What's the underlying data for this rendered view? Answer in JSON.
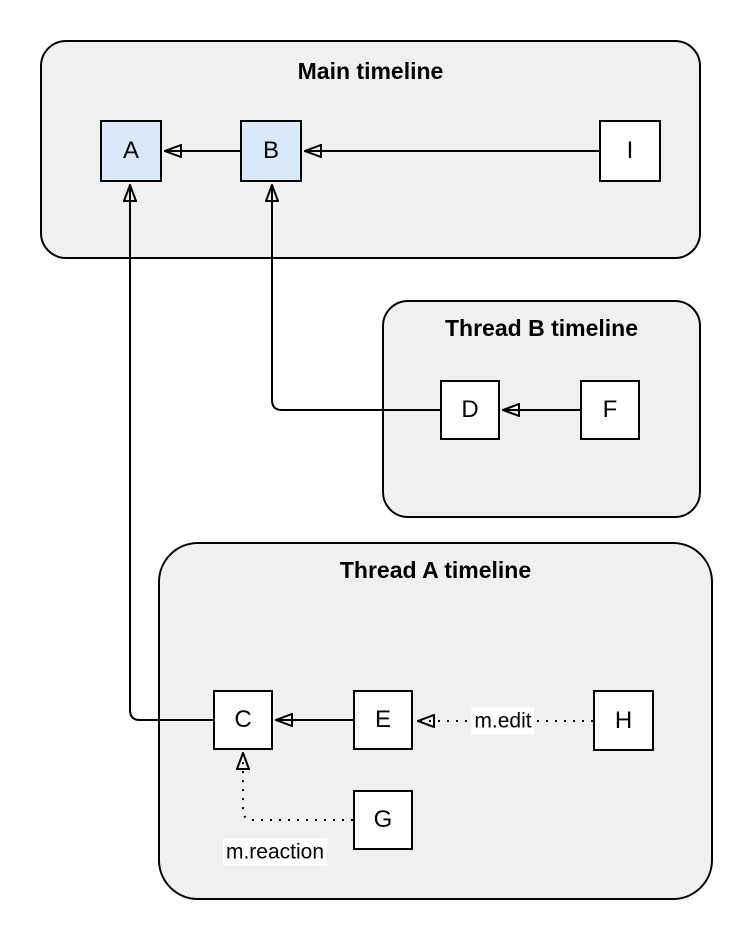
{
  "diagram": {
    "containers": [
      {
        "id": "main",
        "title": "Main timeline"
      },
      {
        "id": "threadB",
        "title": "Thread B timeline"
      },
      {
        "id": "threadA",
        "title": "Thread A timeline"
      }
    ],
    "nodes": [
      {
        "id": "A",
        "label": "A",
        "container": "main",
        "highlighted": true
      },
      {
        "id": "B",
        "label": "B",
        "container": "main",
        "highlighted": true
      },
      {
        "id": "I",
        "label": "I",
        "container": "main",
        "highlighted": false
      },
      {
        "id": "D",
        "label": "D",
        "container": "threadB",
        "highlighted": false
      },
      {
        "id": "F",
        "label": "F",
        "container": "threadB",
        "highlighted": false
      },
      {
        "id": "C",
        "label": "C",
        "container": "threadA",
        "highlighted": false
      },
      {
        "id": "E",
        "label": "E",
        "container": "threadA",
        "highlighted": false
      },
      {
        "id": "H",
        "label": "H",
        "container": "threadA",
        "highlighted": false
      },
      {
        "id": "G",
        "label": "G",
        "container": "threadA",
        "highlighted": false
      }
    ],
    "edges": [
      {
        "from": "B",
        "to": "A",
        "style": "solid",
        "label": ""
      },
      {
        "from": "I",
        "to": "B",
        "style": "solid",
        "label": ""
      },
      {
        "from": "F",
        "to": "D",
        "style": "solid",
        "label": ""
      },
      {
        "from": "D",
        "to": "B",
        "style": "solid",
        "label": ""
      },
      {
        "from": "E",
        "to": "C",
        "style": "solid",
        "label": ""
      },
      {
        "from": "C",
        "to": "A",
        "style": "solid",
        "label": ""
      },
      {
        "from": "H",
        "to": "E",
        "style": "dotted",
        "label": "m.edit"
      },
      {
        "from": "G",
        "to": "C",
        "style": "dotted",
        "label": "m.reaction"
      }
    ],
    "colors": {
      "container_fill": "#f0f0f0",
      "container_border": "#000000",
      "node_fill": "#ffffff",
      "node_highlight_fill": "#dae8fc",
      "node_border": "#000000",
      "edge": "#000000",
      "text": "#000000",
      "label_background": "#ffffff"
    }
  }
}
